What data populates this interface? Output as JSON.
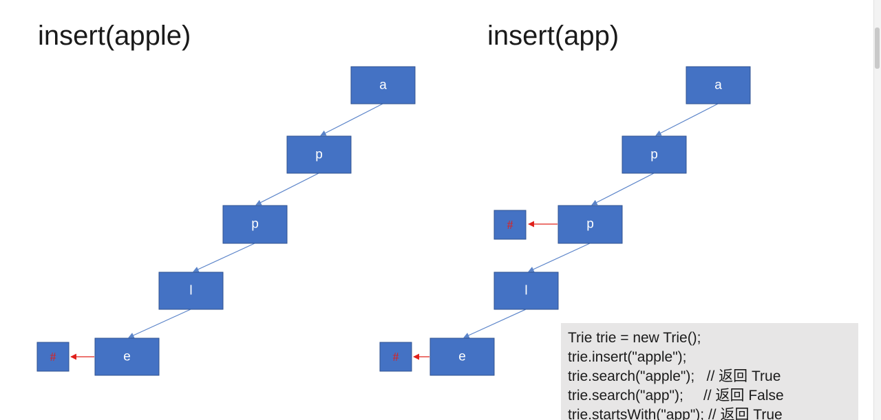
{
  "panels": {
    "left": {
      "title": "insert(apple)",
      "nodes": [
        "a",
        "p",
        "p",
        "l",
        "e"
      ],
      "terminal": "#"
    },
    "right": {
      "title": "insert(app)",
      "nodes": [
        "a",
        "p",
        "p",
        "l",
        "e"
      ],
      "terminals": [
        "#",
        "#"
      ]
    }
  },
  "code": {
    "lines": [
      "Trie trie = new Trie();",
      "trie.insert(\"apple\");",
      "trie.search(\"apple\");   // 返回 True",
      "trie.search(\"app\");     // 返回 False",
      "trie.startsWith(\"app\"); // 返回 True"
    ]
  },
  "colors": {
    "node_fill": "#4472c4",
    "edge": "#5b84c9",
    "terminal_text": "#e0201b",
    "code_background": "#e7e6e6"
  }
}
